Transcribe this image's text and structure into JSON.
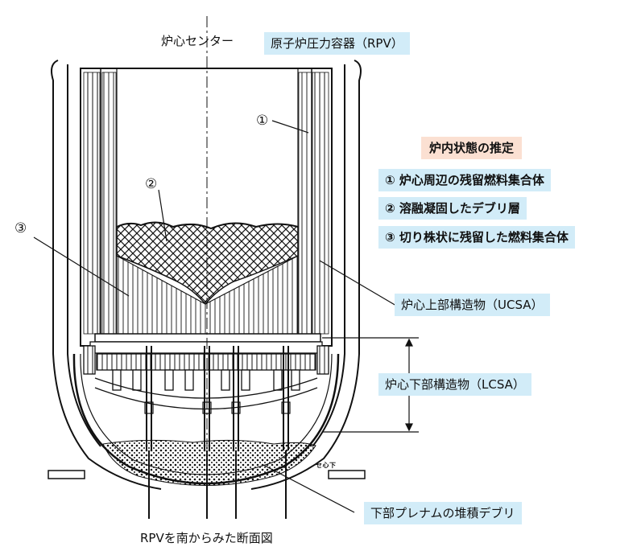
{
  "labels": {
    "core_center": "炉心センター",
    "rpv": "原子炉圧力容器（RPV）",
    "estimate_title": "炉内状態の推定",
    "legend_1": "① 炉心周辺の残留燃料集合体",
    "legend_2": "② 溶融凝固したデブリ層",
    "legend_3": "③ 切り株状に残留した燃料集合体",
    "ucsa": "炉心上部構造物（UCSA）",
    "lcsa": "炉心下部構造物（LCSA）",
    "lower_plenum": "下部プレナムの堆積デブリ",
    "caption": "RPVを南からみた断面図",
    "stamp": "セ心下"
  },
  "markers": {
    "m1": "①",
    "m2": "②",
    "m3": "③"
  },
  "colors": {
    "label_box": "#d2ecf8",
    "title_box": "#fbe0d2",
    "ink": "#111111"
  }
}
